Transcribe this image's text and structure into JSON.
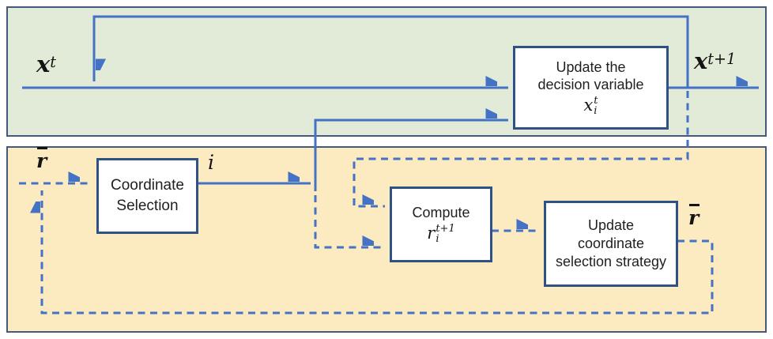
{
  "colors": {
    "arrow_blue": "#4472c4",
    "box_border": "#2e5285",
    "green_bg": "#e1ebd7",
    "yellow_bg": "#fcebc0",
    "region_border": "#44597e",
    "math_ink": "#141414"
  },
  "labels": {
    "x_t": {
      "base": "x",
      "sup": "t"
    },
    "x_t_plus_1": {
      "base": "x",
      "sup": "t+1"
    },
    "r_bar_in": {
      "base": "r"
    },
    "index_i": {
      "text": "i"
    },
    "r_bar_out": {
      "base": "r"
    }
  },
  "boxes": {
    "update_decision": {
      "line1": "Update the",
      "line2": "decision variable",
      "math": {
        "base": "x",
        "sup": "t",
        "sub": "i"
      }
    },
    "coordinate_selection": {
      "line1": "Coordinate",
      "line2": "Selection"
    },
    "compute": {
      "line1": "Compute",
      "math": {
        "base": "r",
        "sup": "t+1",
        "sub": "i"
      }
    },
    "update_strategy": {
      "line1": "Update",
      "line2": "coordinate",
      "line3": "selection strategy"
    }
  }
}
